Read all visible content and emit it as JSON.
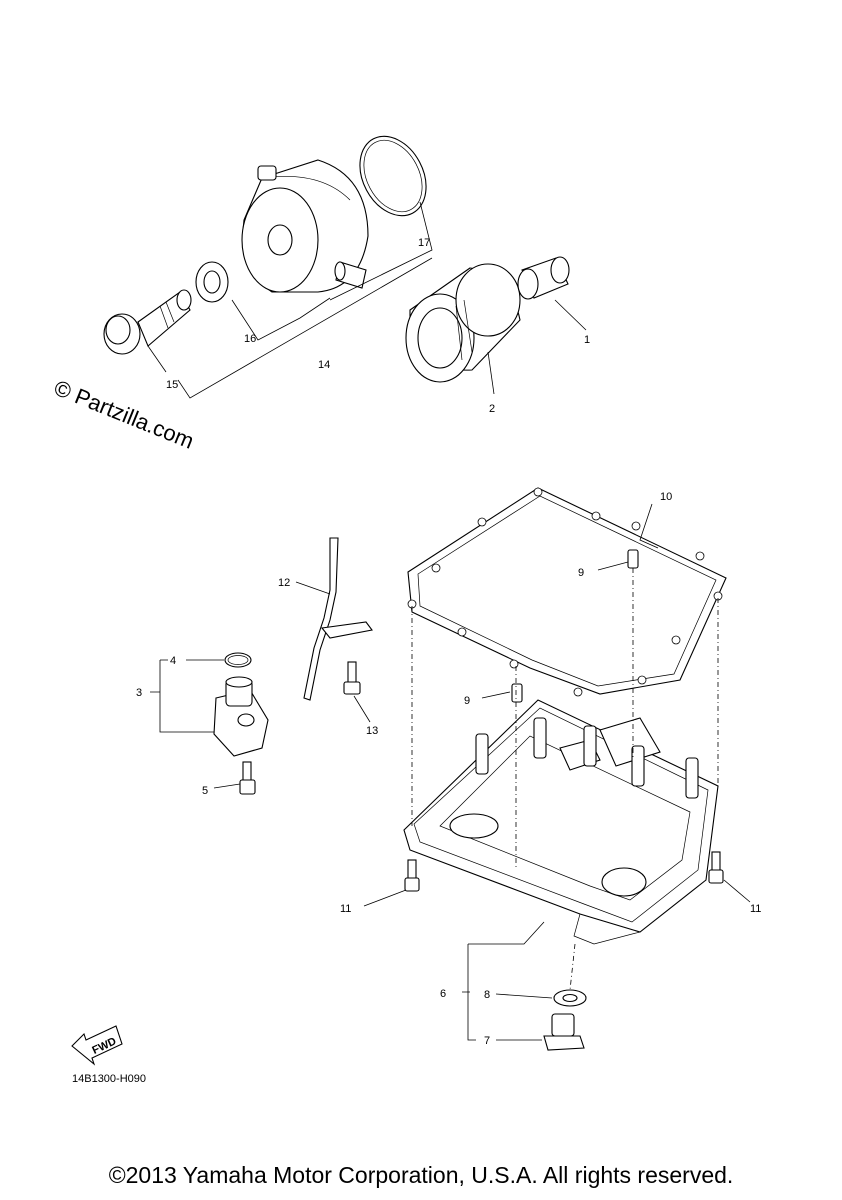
{
  "watermark": "© Partzilla.com",
  "diagram_code": "14B1300-H090",
  "copyright": "©2013 Yamaha Motor Corporation, U.S.A. All rights reserved.",
  "fwd_label": "FWD",
  "callouts": {
    "c1": "1",
    "c2": "2",
    "c3": "3",
    "c4": "4",
    "c5": "5",
    "c6": "6",
    "c7": "7",
    "c8": "8",
    "c9a": "9",
    "c9b": "9",
    "c10": "10",
    "c11a": "11",
    "c11b": "11",
    "c12": "12",
    "c13": "13",
    "c14": "14",
    "c15": "15",
    "c16": "16",
    "c17": "17"
  }
}
